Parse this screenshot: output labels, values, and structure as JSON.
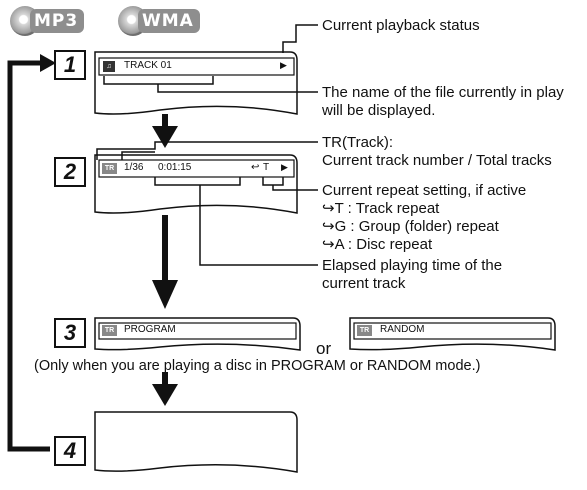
{
  "formats": {
    "mp3": "MP3",
    "wma": "WMA"
  },
  "steps": [
    "1",
    "2",
    "3",
    "4"
  ],
  "screen1": {
    "track_text": "TRACK 01",
    "file_icon": "music-file-icon"
  },
  "screen2": {
    "tr_icon": "TR",
    "track_counter": "1/36",
    "elapsed_time": "0:01:15",
    "repeat_mode": "T"
  },
  "screen3": {
    "tr_icon": "TR",
    "program_text": "PROGRAM",
    "random_text": "RANDOM",
    "or_text": "or"
  },
  "screen_play_symbol": "▶",
  "callouts": {
    "playback_status": "Current playback status",
    "file_name_1": "The name of the file currently in play",
    "file_name_2": "will be displayed.",
    "track_1": "TR(Track):",
    "track_2": "Current track number / Total tracks",
    "repeat_1": "Current repeat setting, if active",
    "repeat_T": "T  : Track repeat",
    "repeat_G": "G  : Group (folder) repeat",
    "repeat_A": "A  : Disc repeat",
    "elapsed_1": "Elapsed playing time of the",
    "elapsed_2": "current track"
  },
  "note": "(Only when you are playing a disc in PROGRAM or RANDOM mode.)",
  "colors": {
    "ink": "#111111",
    "badge": "#8e8e8e"
  }
}
